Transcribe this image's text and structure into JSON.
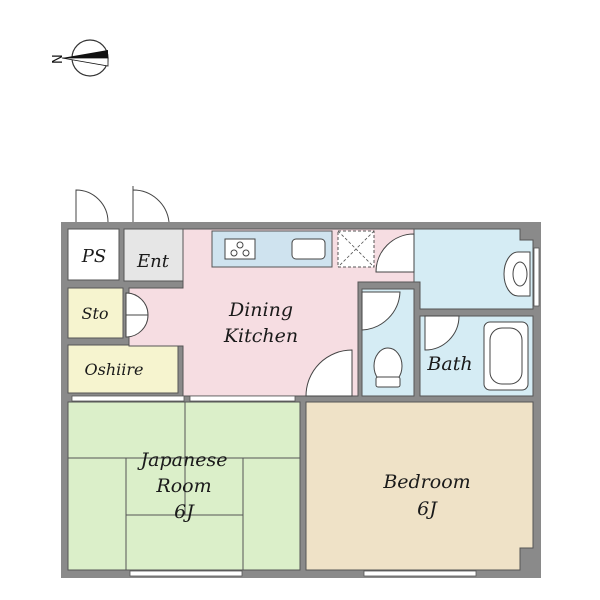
{
  "compass": {
    "north_label": "N",
    "icon": "compass-arrow-icon"
  },
  "rooms": {
    "ps": "PS",
    "ent": "Ent",
    "sto": "Sto",
    "oshiire": "Oshiire",
    "dining_1": "Dining",
    "dining_2": "Kitchen",
    "bath": "Bath",
    "japanese_1": "Japanese",
    "japanese_2": "Room",
    "japanese_3": "6J",
    "bedroom_1": "Bedroom",
    "bedroom_2": "6J"
  },
  "colors": {
    "wall": "#8a8a8a",
    "dining_kitchen": "#f6dde2",
    "japanese_room": "#dbefc9",
    "bedroom": "#efe2c7",
    "wet_area": "#d5ecf4",
    "storage": "#f6f4cf",
    "entrance": "#e6e6e6",
    "ps": "#ffffff"
  }
}
